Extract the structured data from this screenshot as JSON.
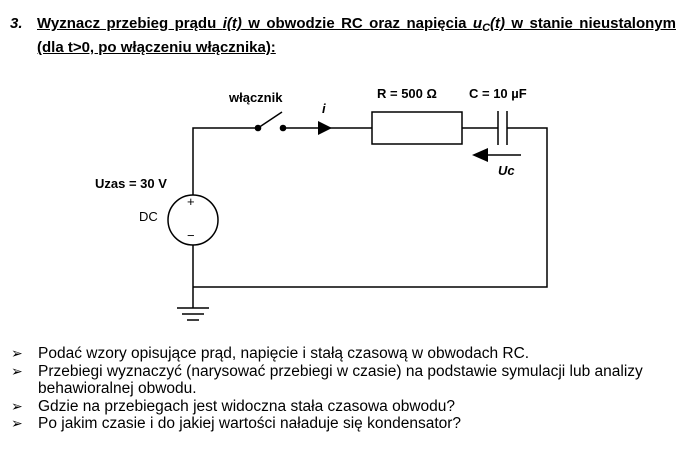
{
  "task": {
    "number": "3.",
    "text_a": "Wyznacz przebieg prądu ",
    "i_t": "i(t)",
    "text_b": " w obwodzie RC oraz napięcia ",
    "u": "u",
    "u_sub": "C",
    "t": "(t)",
    "text_c": " w stanie nieustalonym (dla t>0, po włączeniu włącznika):"
  },
  "circuit": {
    "switch_label": "włącznik",
    "current_label": "i",
    "resistor_label": "R = 500 Ω",
    "capacitor_label": "C = 10 µF",
    "voltage_cap_label": "Uc",
    "source_label": "Uzas = 30 V",
    "source_type": "DC",
    "plus_sign": "+",
    "minus_sign": "−"
  },
  "bullets": [
    "Podać wzory opisujące prąd, napięcie i stałą czasową w obwodach RC.",
    "Przebiegi wyznaczyć (narysować przebiegi w czasie) na podstawie symulacji lub analizy behawioralnej obwodu.",
    "Gdzie na przebiegach jest widoczna stała czasowa obwodu?",
    "Po jakim czasie i do jakiej wartości naładuje się kondensator?"
  ],
  "icons": {
    "bullet": "arrow-bullet-icon",
    "ground": "ground-symbol-icon",
    "source": "dc-voltage-source-icon",
    "switch": "switch-icon",
    "resistor": "resistor-icon",
    "capacitor": "capacitor-icon"
  }
}
